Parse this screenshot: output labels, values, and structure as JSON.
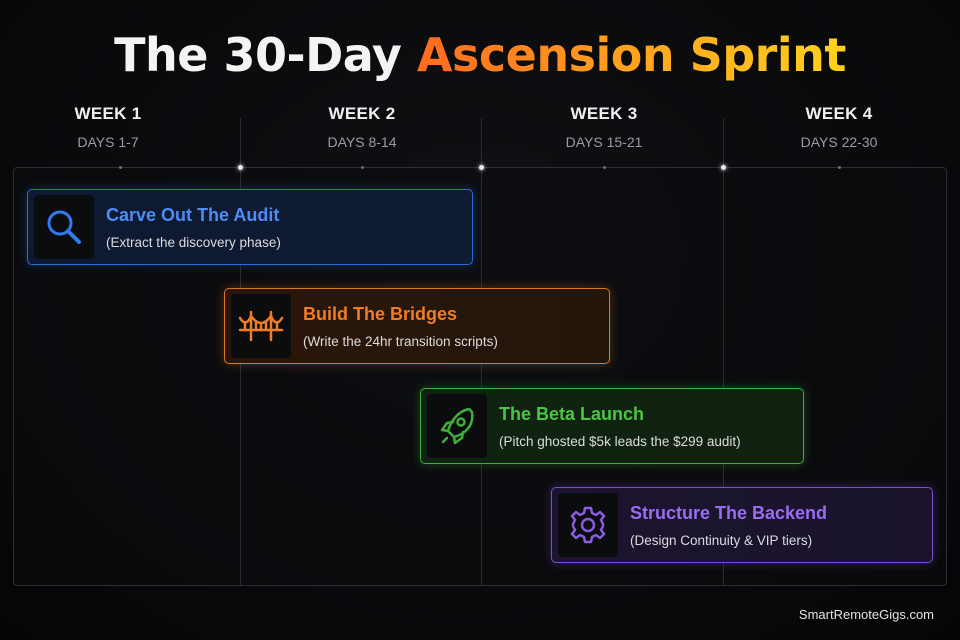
{
  "title": {
    "part1": "The 30-Day ",
    "part2": "Ascension Sprint"
  },
  "weeks": [
    {
      "label": "WEEK 1",
      "days": "DAYS 1-7"
    },
    {
      "label": "WEEK 2",
      "days": "DAYS 8-14"
    },
    {
      "label": "WEEK 3",
      "days": "DAYS 15-21"
    },
    {
      "label": "WEEK 4",
      "days": "DAYS 22-30"
    }
  ],
  "tasks": [
    {
      "title": "Carve Out The Audit",
      "subtitle": "(Extract the discovery phase)",
      "icon": "magnifier-icon",
      "color": "#4d8cf5"
    },
    {
      "title": "Build The Bridges",
      "subtitle": "(Write the 24hr transition scripts)",
      "icon": "bridge-icon",
      "color": "#f07c24"
    },
    {
      "title": "The Beta Launch",
      "subtitle": "(Pitch ghosted $5k leads the $299 audit)",
      "icon": "rocket-icon",
      "color": "#4cc444"
    },
    {
      "title": "Structure The Backend",
      "subtitle": "(Design Continuity & VIP tiers)",
      "icon": "gear-icon",
      "color": "#9a6cf0"
    }
  ],
  "footer": "SmartRemoteGigs.com",
  "colors": {
    "background": "#08090b",
    "title_gradient": [
      "#ff6a1f",
      "#ffd21c"
    ]
  }
}
